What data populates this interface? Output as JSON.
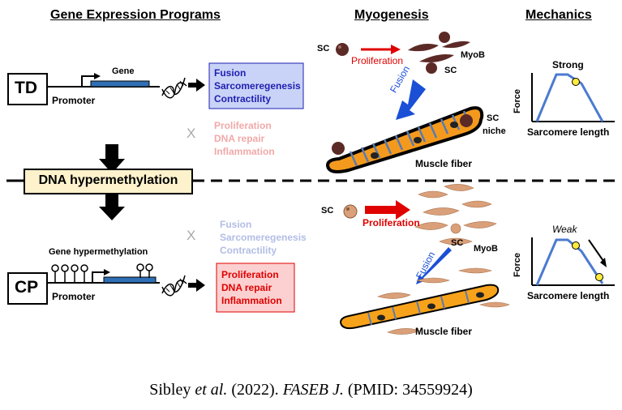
{
  "headers": {
    "gene_expression": "Gene Expression Programs",
    "myogenesis": "Myogenesis",
    "mechanics": "Mechanics"
  },
  "td": {
    "label": "TD",
    "gene": "Gene",
    "promoter": "Promoter",
    "active_programs": [
      "Fusion",
      "Sarcomeregenesis",
      "Contractility"
    ],
    "repressed_marker": "X",
    "repressed_programs": [
      "Proliferation",
      "DNA repair",
      "Inflammation"
    ]
  },
  "cp": {
    "label": "CP",
    "gene_hypermethylation": "Gene hypermethylation",
    "promoter": "Promoter",
    "repressed_marker": "X",
    "repressed_programs": [
      "Fusion",
      "Sarcomeregenesis",
      "Contractility"
    ],
    "active_programs": [
      "Proliferation",
      "DNA repair",
      "Inflammation"
    ]
  },
  "dna_hypermethylation": "DNA hypermethylation",
  "myogenesis_td": {
    "sc": "SC",
    "proliferation": "Proliferation",
    "myob": "MyoB",
    "sc2": "SC",
    "fusion": "Fusion",
    "sc_niche_1": "SC",
    "sc_niche_2": "niche",
    "muscle_fiber": "Muscle fiber"
  },
  "myogenesis_cp": {
    "sc": "SC",
    "proliferation": "Proliferation",
    "sc2": "SC",
    "myob": "MyoB",
    "fusion": "Fusion",
    "muscle_fiber": "Muscle fiber"
  },
  "mechanics_td": {
    "strength": "Strong",
    "ylabel": "Force",
    "xlabel": "Sarcomere length"
  },
  "mechanics_cp": {
    "strength": "Weak",
    "ylabel": "Force",
    "xlabel": "Sarcomere length"
  },
  "citation": {
    "authors": "Sibley",
    "etal": "et al.",
    "year": " (2022). ",
    "journal": "FASEB J.",
    "pmid": " (PMID: 34559924)"
  },
  "colors": {
    "active_box_blue": "#c9d3f7",
    "active_text_blue": "#1f1fb0",
    "active_box_red": "#fcd0d0",
    "active_text_red": "#e00000",
    "faded_red": "#f1a9a9",
    "faded_blue": "#b3bde6",
    "fiber_orange": "#f39a1e",
    "fiber_orange_cp": "#f7a21b",
    "stripe": "#5a7bb0",
    "gene_bar": "#2f6fb5",
    "methylation_box": "#fdf2cc",
    "curve_blue": "#4b7bd0",
    "cell_brown": "#5c2a26",
    "cell_tan": "#d9a07a"
  }
}
